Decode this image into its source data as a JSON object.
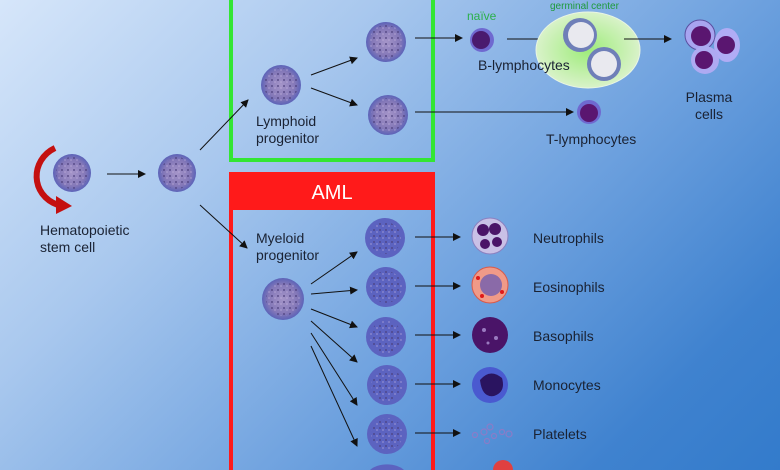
{
  "colors": {
    "lymphoid_box": "#33e633",
    "aml_box": "#ff1a1a",
    "label_text": "#1a2233",
    "green_text": "#2bb04a",
    "cell_fill": "#6a6fc0",
    "cell_inner": "#8a7fbf"
  },
  "left": {
    "stem_cell_label": [
      "Hematopoietic",
      "stem cell"
    ]
  },
  "lymphoid": {
    "progenitor_label": [
      "Lymphoid",
      "progenitor"
    ],
    "naive_label": "naïve",
    "germinal_center_label": "germinal center",
    "b_label": "B-lymphocytes",
    "t_label": "T-lymphocytes",
    "plasma_label": [
      "Plasma",
      "cells"
    ]
  },
  "myeloid": {
    "box_title": "AML",
    "progenitor_label": [
      "Myeloid",
      "progenitor"
    ],
    "outputs": [
      {
        "name": "Neutrophils",
        "icon": "neutrophil-icon"
      },
      {
        "name": "Eosinophils",
        "icon": "eosinophil-icon"
      },
      {
        "name": "Basophils",
        "icon": "basophil-icon"
      },
      {
        "name": "Monocytes",
        "icon": "monocyte-icon"
      },
      {
        "name": "Platelets",
        "icon": "platelets-icon"
      }
    ]
  }
}
